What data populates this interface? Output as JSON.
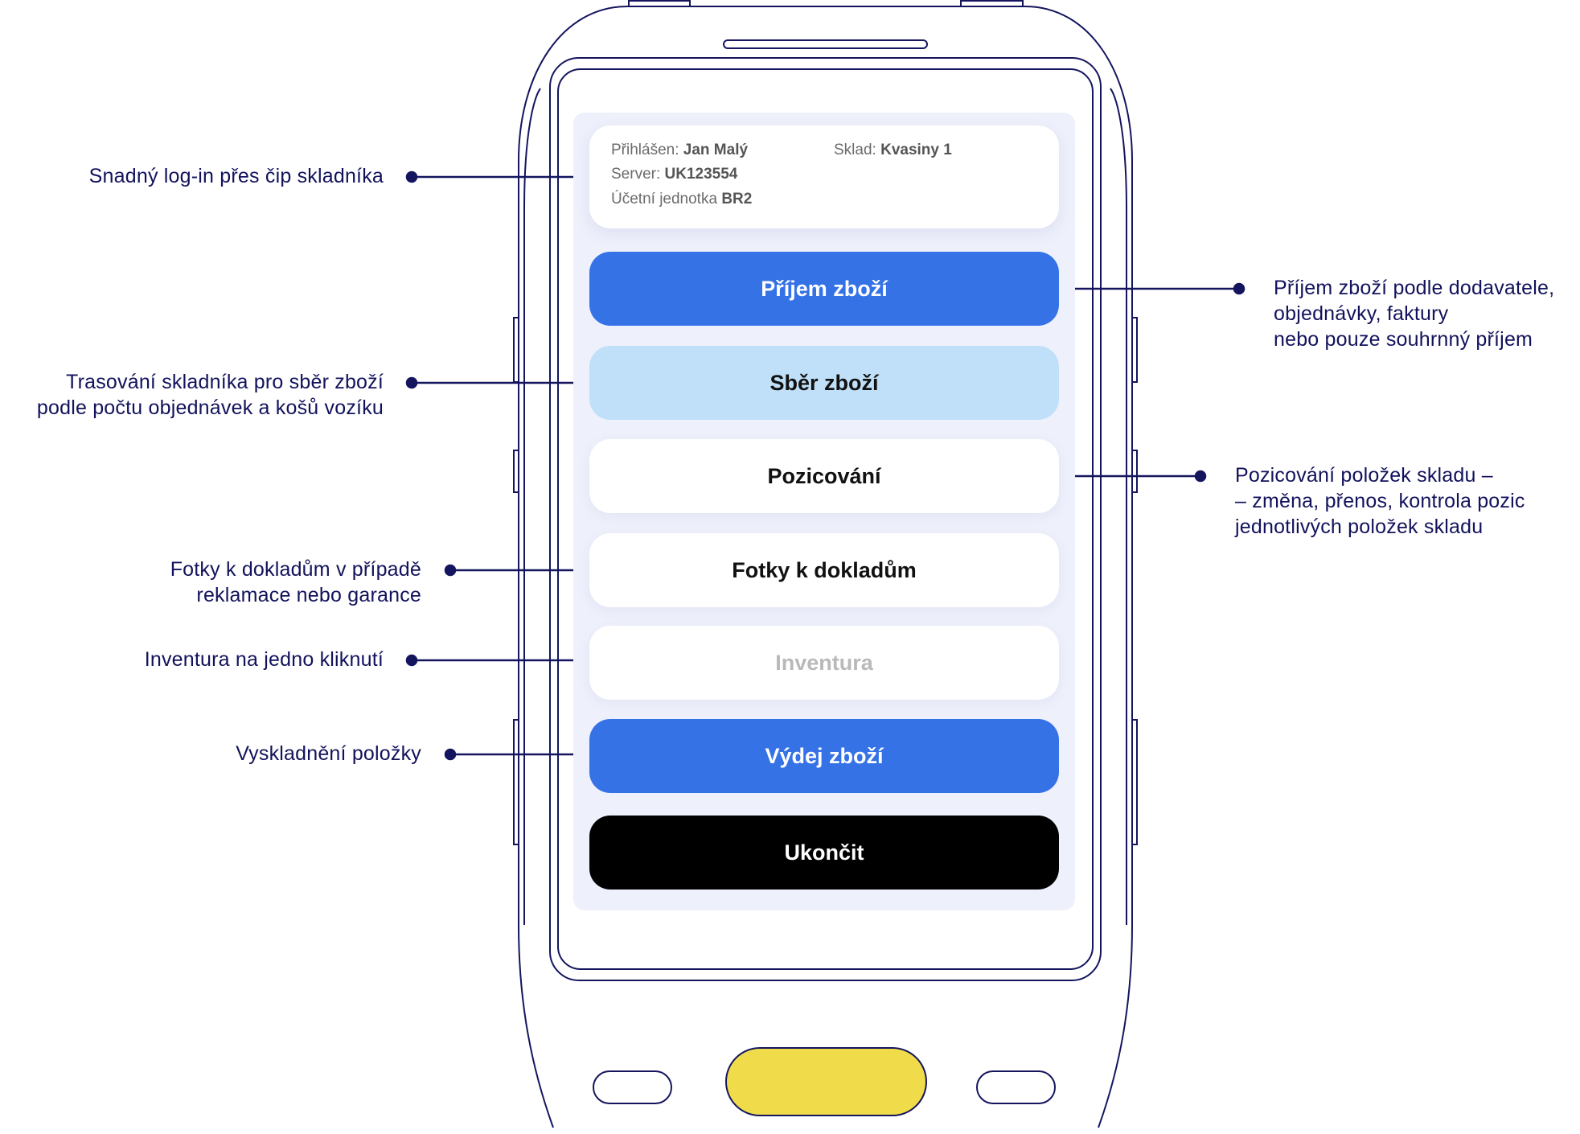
{
  "info": {
    "logged_label": "Přihlášen:",
    "logged_value": "Jan Malý",
    "warehouse_label": "Sklad:",
    "warehouse_value": "Kvasiny 1",
    "server_label": "Server:",
    "server_value": "UK123554",
    "unit_label": "Účetní jednotka",
    "unit_value": "BR2"
  },
  "buttons": {
    "receive": "Příjem zboží",
    "pick": "Sběr zboží",
    "position": "Pozicování",
    "photos": "Fotky k dokladům",
    "inventory": "Inventura",
    "issue": "Výdej zboží",
    "exit": "Ukončit"
  },
  "annotations": {
    "login": [
      "Snadný log-in přes čip skladníka"
    ],
    "picking": [
      "Trasování skladníka pro sběr zboží",
      "podle počtu objednávek a košů vozíku"
    ],
    "photos": [
      "Fotky k dokladům v případě",
      "reklamace nebo garance"
    ],
    "inventory": [
      "Inventura na jedno kliknutí"
    ],
    "issue": [
      "Vyskladnění položky"
    ],
    "receive": [
      "Příjem zboží podle dodavatele,",
      "objednávky, faktury",
      "nebo pouze souhrnný příjem"
    ],
    "position": [
      "Pozicování položek skladu –",
      "– změna, přenos, kontrola pozic",
      "jednotlivých položek skladu"
    ]
  },
  "colors": {
    "outline": "#14155e",
    "primary": "#3572e6",
    "light": "#bfe0f8",
    "scan_button": "#f0dc4a",
    "screen_bg": "#eef0fb"
  }
}
